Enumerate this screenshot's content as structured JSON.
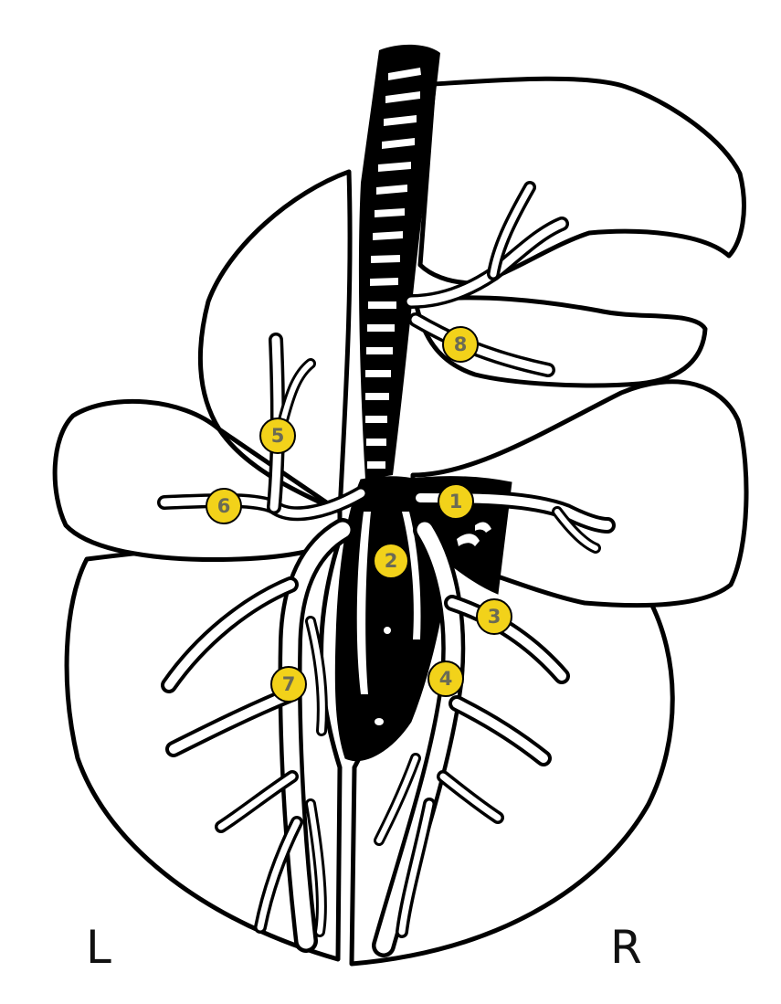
{
  "diagram": {
    "side_labels": {
      "left": "L",
      "right": "R"
    },
    "markers": [
      {
        "id": "m1",
        "label": "1"
      },
      {
        "id": "m2",
        "label": "2"
      },
      {
        "id": "m3",
        "label": "3"
      },
      {
        "id": "m4",
        "label": "4"
      },
      {
        "id": "m5",
        "label": "5"
      },
      {
        "id": "m6",
        "label": "6"
      },
      {
        "id": "m7",
        "label": "7"
      },
      {
        "id": "m8",
        "label": "8"
      }
    ],
    "colors": {
      "marker_fill": "#f2d21a",
      "marker_text": "#6b6b55",
      "outline": "#000000",
      "background": "#ffffff"
    }
  }
}
